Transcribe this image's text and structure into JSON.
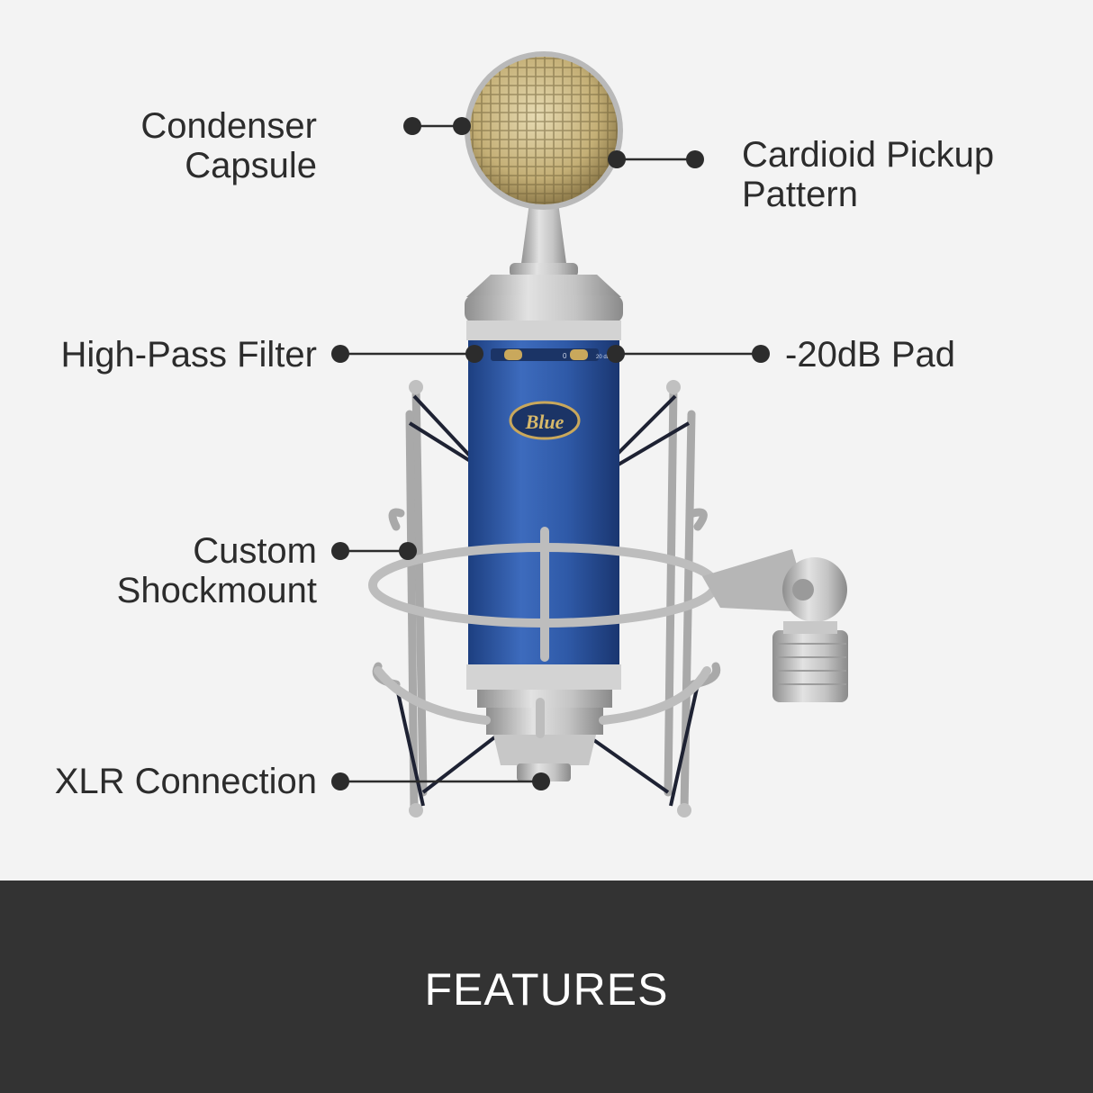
{
  "callouts": {
    "condenser_capsule": [
      "Condenser",
      "Capsule"
    ],
    "cardioid_pickup_pattern": [
      "Cardioid Pickup",
      "Pattern"
    ],
    "high_pass_filter": "High-Pass Filter",
    "pad": "-20dB Pad",
    "custom_shockmount": [
      "Custom",
      "Shockmount"
    ],
    "xlr_connection": "XLR Connection"
  },
  "product": {
    "logo_text": "Blue",
    "switch_labels": [
      "0",
      "20 dB"
    ]
  },
  "footer": {
    "title": "FEATURES"
  },
  "colors": {
    "background": "#f3f3f3",
    "footer_band": "#333333",
    "footer_text": "#ffffff",
    "label_text": "#2c2c2c",
    "callout_line": "#2c2c2c",
    "mic_body": "#2f5aa8",
    "metal": "#b9b9b9",
    "grille_gold": "#c9b682"
  }
}
